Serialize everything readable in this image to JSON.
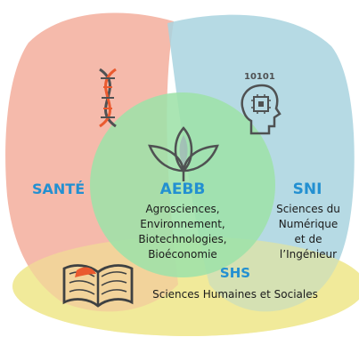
{
  "diagram": {
    "center": {
      "title": "AEBB",
      "lines": [
        "Agrosciences,",
        "Environnement,",
        "Biotechnologies,",
        "Bioéconomie"
      ],
      "icon": "leaf-icon"
    },
    "left": {
      "title": "SANTÉ",
      "icon": "dna-icon"
    },
    "right": {
      "title": "SNI",
      "lines": [
        "Sciences du",
        "Numérique",
        "et de",
        "l’Ingénieur"
      ],
      "icon": "brain-chip-icon",
      "binary": "10101"
    },
    "bottom": {
      "title": "SHS",
      "subtitle": "Sciences Humaines et Sociales",
      "icon": "book-icon"
    }
  },
  "colors": {
    "sante": "#f4b2a2",
    "sni": "#a9d4df",
    "shs": "#f1ea98",
    "aebb": "#9ee1a8",
    "title": "#2390d1",
    "accent": "#ea5a2f",
    "icon_dark": "#4f5152"
  }
}
